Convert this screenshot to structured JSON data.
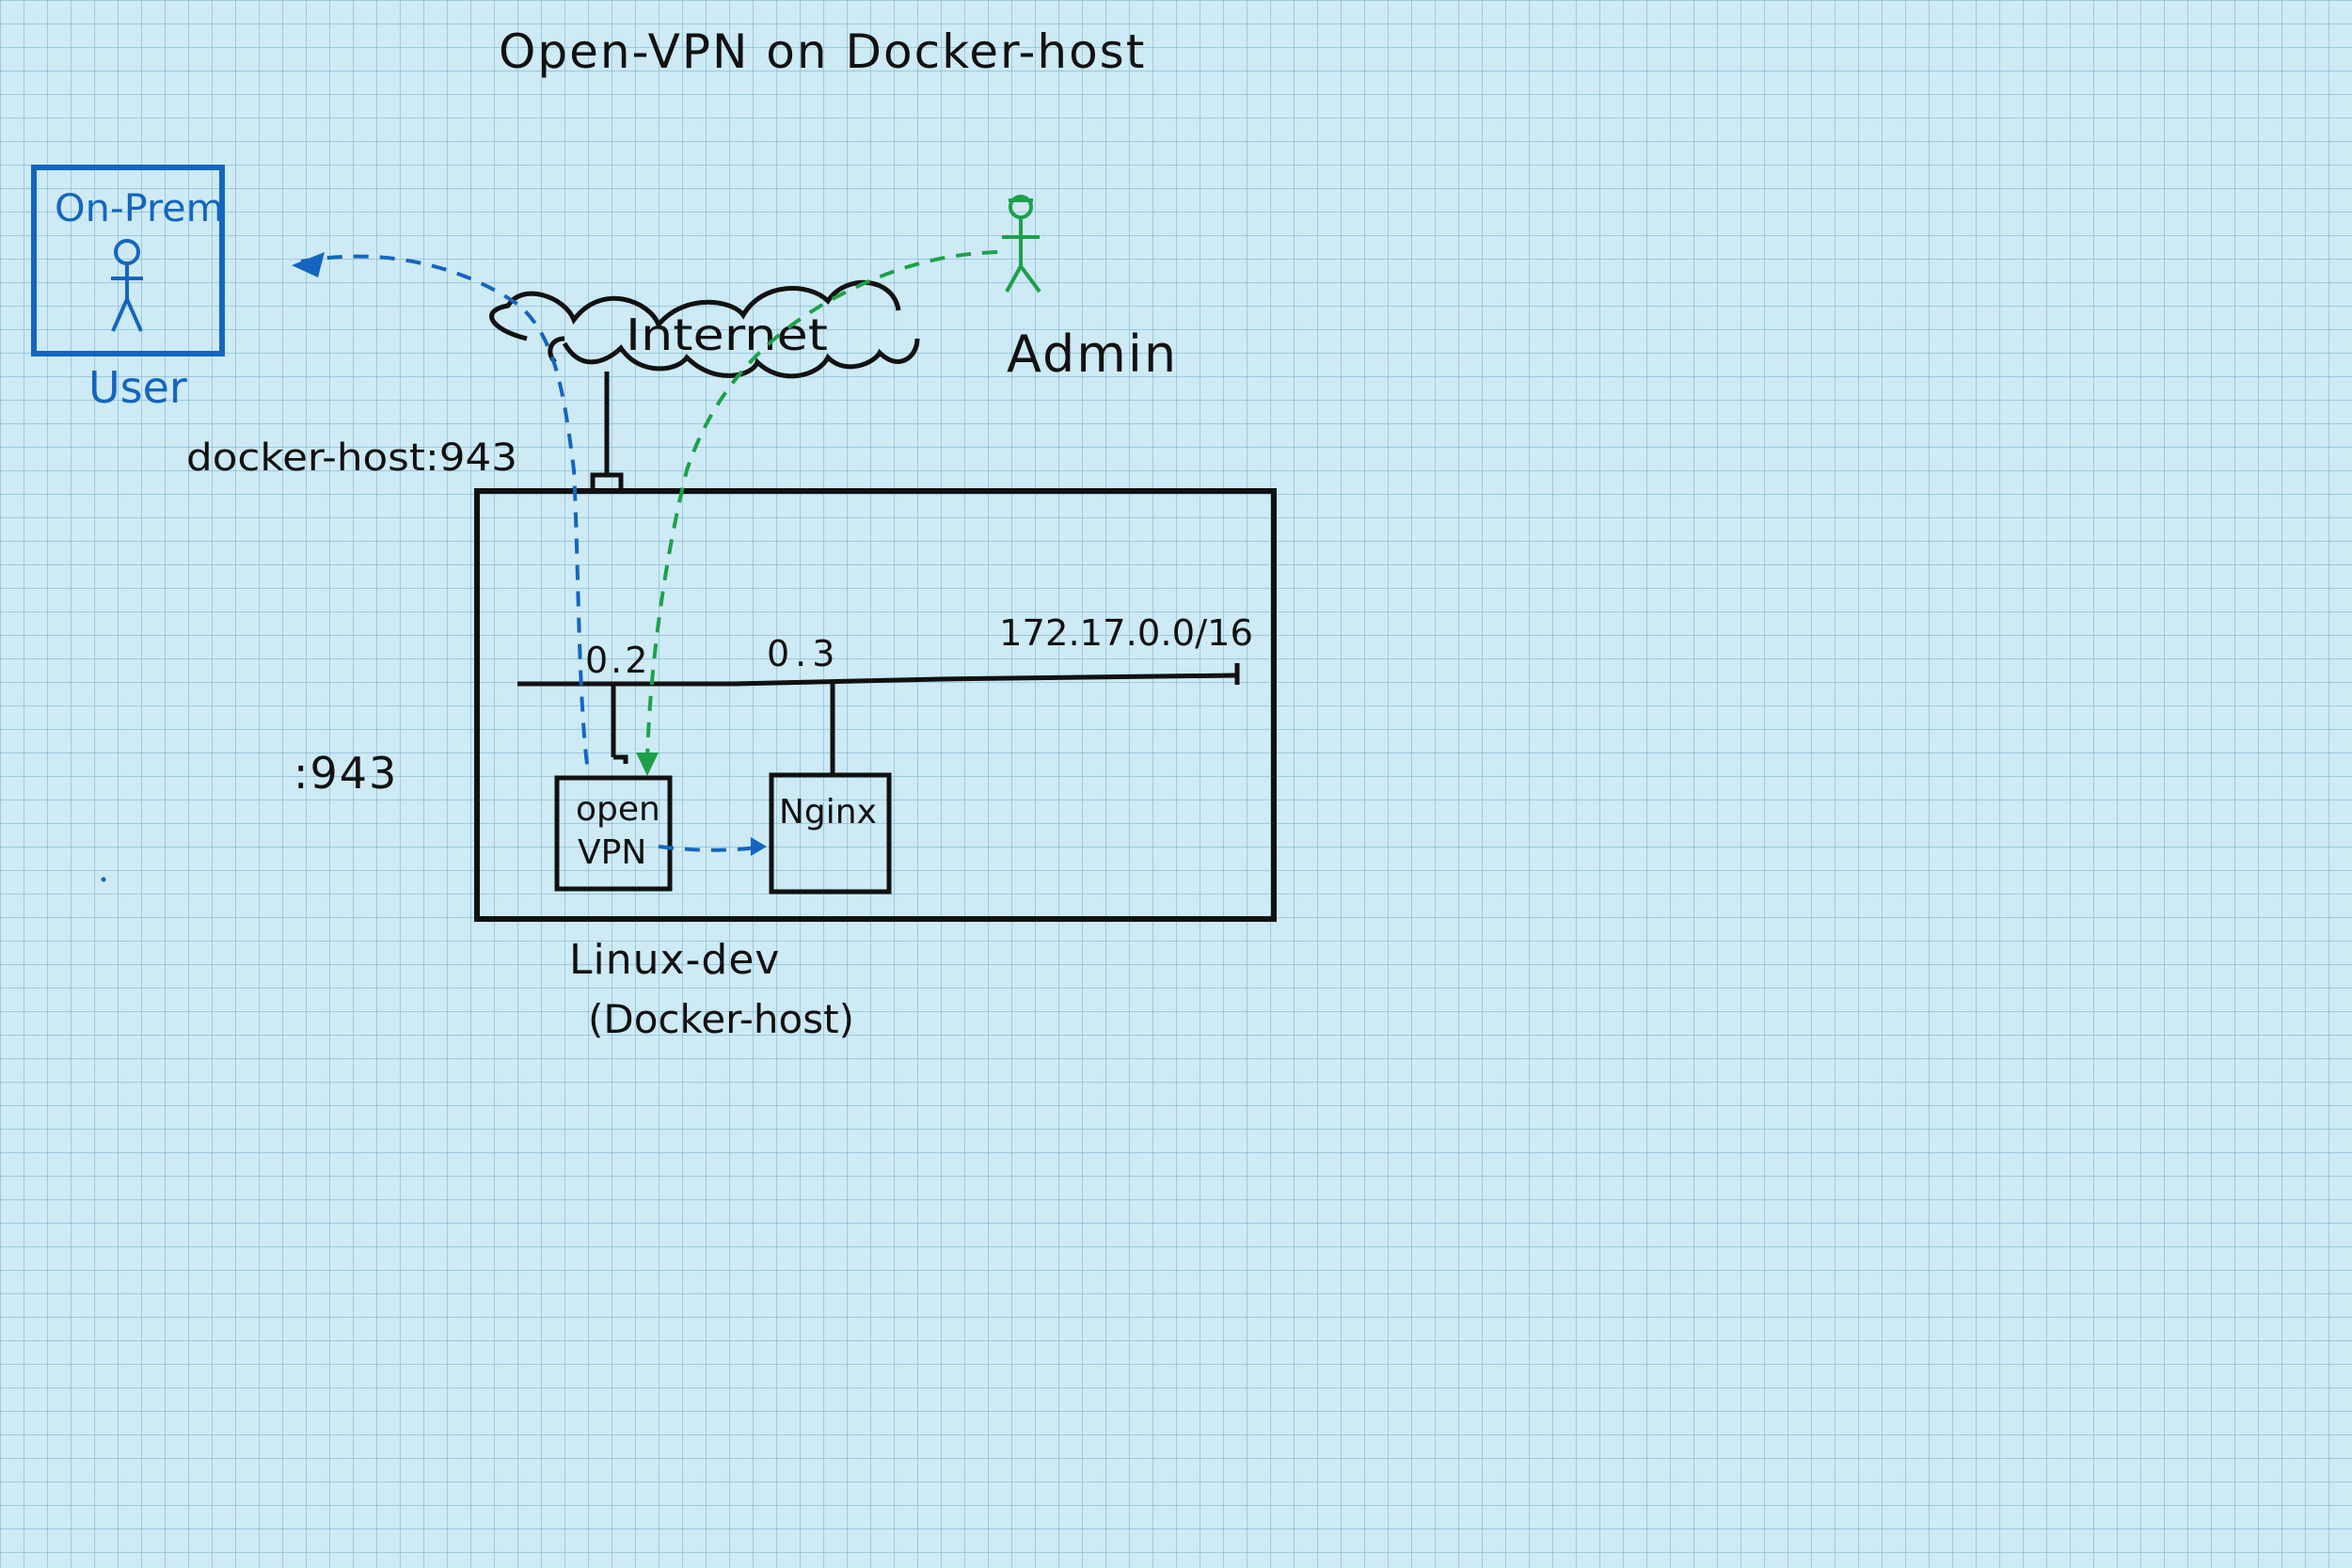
{
  "title": "Open-VPN on Docker-host",
  "on_prem": {
    "label": "On-Prem",
    "user_label": "User"
  },
  "admin": {
    "label": "Admin"
  },
  "internet": {
    "label": "Internet"
  },
  "docker_host_port_label": "docker-host:943",
  "port_label": ":943",
  "host": {
    "name": "Linux-dev",
    "subtitle": "(Docker-host)",
    "network": {
      "subnet": "172.17.0.0/16",
      "openvpn_ip": "0.2",
      "nginx_ip": "0.3"
    },
    "containers": {
      "openvpn": {
        "line1": "open",
        "line2": "VPN"
      },
      "nginx": {
        "label": "Nginx"
      }
    }
  },
  "colors": {
    "ink": "#111111",
    "user_path": "#1565c0",
    "admin_path": "#1ea04a",
    "grid_bg": "#cdeaf5"
  }
}
